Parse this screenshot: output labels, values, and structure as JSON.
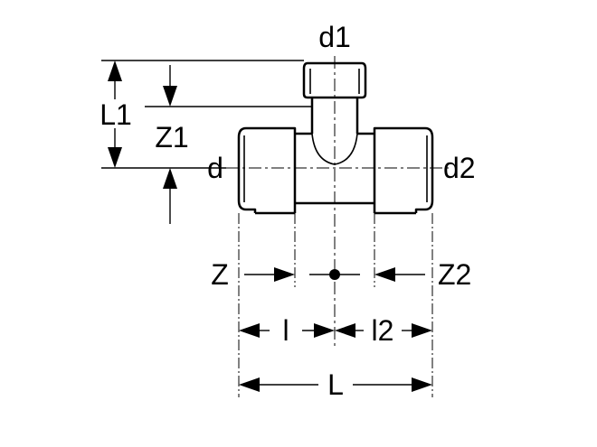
{
  "labels": {
    "d1": "d1",
    "d": "d",
    "d2": "d2",
    "L1": "L1",
    "Z1": "Z1",
    "Z": "Z",
    "Z2": "Z2",
    "l": "l",
    "l2": "l2",
    "L": "L"
  }
}
